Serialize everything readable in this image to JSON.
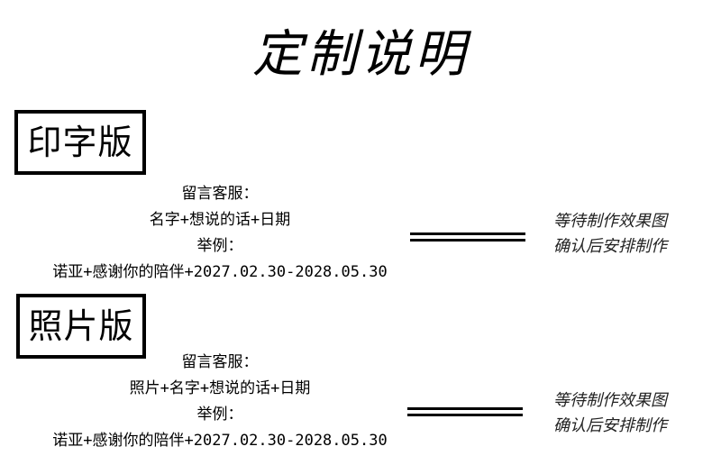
{
  "title": "定制说明",
  "sections": [
    {
      "tag": "印字版",
      "lines": [
        "留言客服：",
        "名字+想说的话+日期",
        "举例：",
        "诺亚+感谢你的陪伴+2027.02.30-2028.05.30"
      ],
      "note": [
        "等待制作效果图",
        "确认后安排制作"
      ]
    },
    {
      "tag": "照片版",
      "lines": [
        "留言客服：",
        "照片+名字+想说的话+日期",
        "举例：",
        "诺亚+感谢你的陪伴+2027.02.30-2028.05.30"
      ],
      "note": [
        "等待制作效果图",
        "确认后安排制作"
      ]
    }
  ]
}
